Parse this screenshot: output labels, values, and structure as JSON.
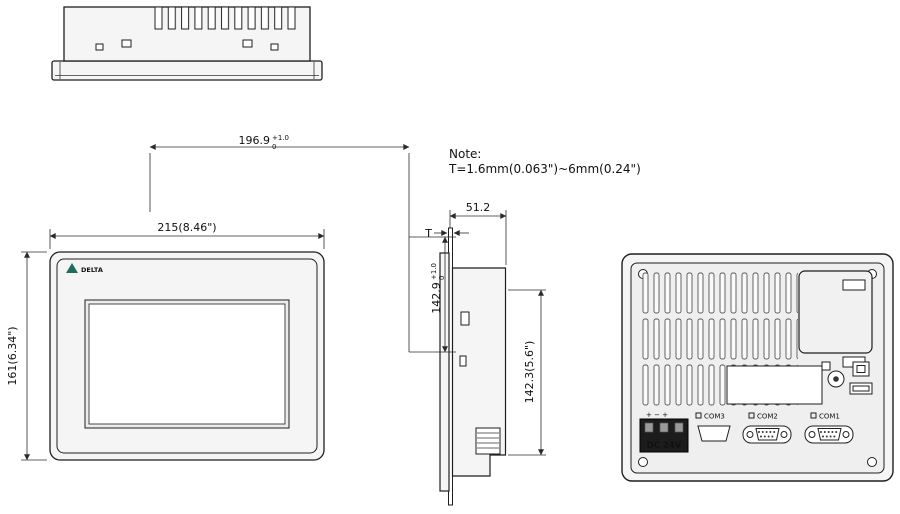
{
  "note": {
    "title": "Note:",
    "body": "T=1.6mm(0.063\")~6mm(0.24\")"
  },
  "dimensions": {
    "cutout_width": {
      "value": "196.9",
      "tol_upper": "+1.0",
      "tol_lower": "0"
    },
    "cutout_height": {
      "value": "142.9",
      "tol_upper": "+1.0",
      "tol_lower": "0"
    },
    "front_width": "215(8.46\")",
    "front_height": "161(6.34\")",
    "depth": "51.2",
    "panel_thickness": "T",
    "rear_height": "142.3(5.6\")"
  },
  "front_view": {
    "logo_text": "DELTA",
    "brand_color": "#1f6f5c"
  },
  "rear_view": {
    "power_label": "DC 24V",
    "power_marks": "+ − +",
    "ports": [
      {
        "label": "COM3"
      },
      {
        "label": "COM2"
      },
      {
        "label": "COM1"
      }
    ]
  }
}
